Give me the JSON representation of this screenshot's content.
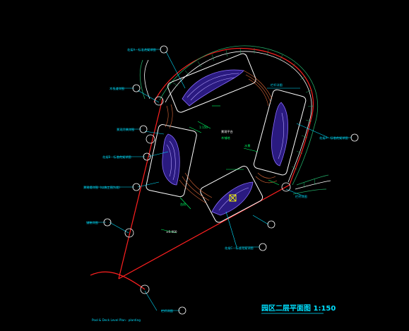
{
  "drawing": {
    "title": "园区二层平面图 1:150",
    "footnote": "Pool & Deck Level Plan · planting"
  },
  "callouts": [
    {
      "id": "c1",
      "text": "花架A—标准花架详图"
    },
    {
      "id": "c2",
      "text": "木栈道详图"
    },
    {
      "id": "c3",
      "text": "景观灯具详图"
    },
    {
      "id": "c4",
      "text": "花架B—标准花架详图"
    },
    {
      "id": "c5",
      "text": "景观墙详图（以施工图为准）"
    },
    {
      "id": "c6",
      "text": "铺装详图"
    },
    {
      "id": "c7",
      "text": "花架A—标准花架详图"
    },
    {
      "id": "c8",
      "text": "栏杆详图"
    },
    {
      "id": "c9",
      "text": "栏杆详图"
    },
    {
      "id": "c10",
      "text": "花架C—标准花架详图"
    },
    {
      "id": "c11",
      "text": "栏杆详图"
    }
  ],
  "inner_labels": {
    "center": "景观平台",
    "center2": "木铺地",
    "level": "±0.000",
    "dim_a": "1:150",
    "step": "台阶",
    "pool": "水景"
  },
  "colors": {
    "background": "#000000",
    "boundary": "#ff2020",
    "callout": "#00e0ff",
    "structure": "#ffffff",
    "planting": "#6b4fd8",
    "paving": "#e06a3a",
    "dimension": "#00ff66",
    "highlight": "#ffff00"
  }
}
